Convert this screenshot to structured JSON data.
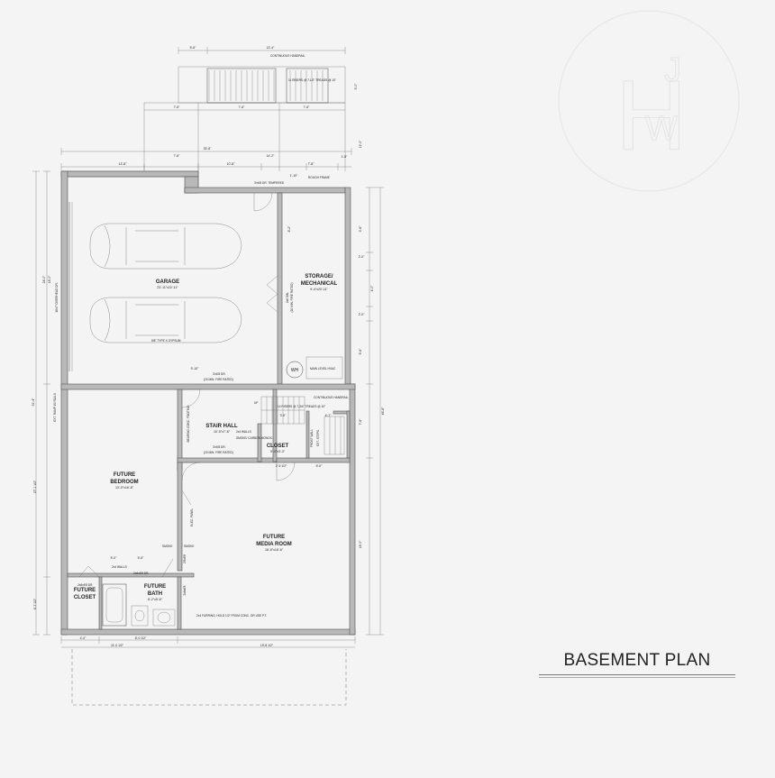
{
  "title": "BASEMENT PLAN",
  "logo": {
    "letters": [
      "H",
      "J",
      "W"
    ]
  },
  "rooms": {
    "garage": {
      "name": "GARAGE",
      "size": "23'-11\"x22'-11\""
    },
    "storage": {
      "name1": "STORAGE/",
      "name2": "MECHANICAL",
      "size": "9'-4\"x20'-11\""
    },
    "stair_hall": {
      "name": "STAIR HALL",
      "size": "10'-5\"x7'-8\""
    },
    "closet_small": {
      "name": "CLOSET",
      "size": "5'-0\"x3'-3\""
    },
    "bedroom": {
      "name1": "FUTURE",
      "name2": "BEDROOM",
      "size": "13'-0\"x16'-8\""
    },
    "media": {
      "name1": "FUTURE",
      "name2": "MEDIA ROOM",
      "size": "18'-8\"x18'-6\""
    },
    "future_closet": {
      "name1": "FUTURE",
      "name2": "CLOSET"
    },
    "bath": {
      "name1": "FUTURE",
      "name2": "BATH",
      "size": "8'-2\"x5'-6\""
    }
  },
  "notes": {
    "cont_handrail_top": "CONTINUOUS HANDRAIL",
    "risers_top": "11 RISERS @ 7-1/2\" TREADS @ 10\"",
    "door_tempered": "3'x6'8 DR. TEMPERED",
    "rough_frame": "ROUGH FRAME",
    "overhead_door": "16'x7' OVERHEAD DR.",
    "gypsum": "5/8\" TYPE X GYPSUM",
    "fire_rated_a": "(20 MIN. FIRE RATED)",
    "fire_rated_b": "(20 MIN. FIRE RATED)",
    "fire_rated_c": "(20 MIN. FIRE RATED)",
    "stor_door": "2x6 DBL",
    "wh": "WH",
    "hvac": "MAIN LEVEL HVAC",
    "door_3068a": "3'x6'8 DR.",
    "door_3068b": "3'x6'8 DR.",
    "cont_handrail_mid": "CONTINUOUS HANDRAIL",
    "risers_mid": "14 RISERS @ 7-3/4\" TREADS @ 10\"",
    "up": "UP",
    "walls_2x4": "2x4 WALLS",
    "smoke_co": "SMOKE/ CARBON MONOX.",
    "bearing": "BEARING CONC. FOOTING",
    "ext_ramp": "EXT. RAMP W/ RAILS",
    "elec_panel": "ELEC. PANEL",
    "smoke1": "SMOKE",
    "smoke2": "SMOKE",
    "door_2668": "2'6x6'8",
    "walls_2x4b": "2x4 WALLS",
    "door_2668b": "2x6x6'8 DR.",
    "door_2668c": "2x6x6'8 DR.",
    "door_2668d": "2x6x6'8",
    "furring": "2x4 FURRING, HOLD 1/2\" FROM CONC. OR USE P.T.",
    "side_wall_a": "FROST WALL",
    "side_wall_b": "EXT. STEPS"
  },
  "dims": {
    "d_top1": "5'-6\"",
    "d_top2": "13'-4\"",
    "d_top3": "7'-6\"",
    "d_top4": "7'-6\"",
    "d_top5": "7'-6\"",
    "d_overall": "33'-8\"",
    "d_seg1": "13'-8\"",
    "d_seg2": "7'-8\"",
    "d_seg3": "10'-8\"",
    "d_seg4": "14'-2\"",
    "d_seg5": "7'-8\"",
    "d_seg6": "1'-8\"",
    "d_left1": "24'-0\"",
    "d_left2": "18'-0\"",
    "d_left3": "27'-1 1/2\"",
    "d_left4": "6'-7 1/2\"",
    "d_left5": "51'-4\"",
    "d_right1": "3'-6\"",
    "d_right2": "2'-0\"",
    "d_right3": "4'-0\"",
    "d_right4": "2'-0\"",
    "d_right5": "9'-6\"",
    "d_right6": "7'-8\"",
    "d_right7": "18'-0\"",
    "d_right8": "46'-8\"",
    "d_right9": "12'-0\"",
    "d_right10": "5'-0\"",
    "d_bot1": "4'-0\"",
    "d_bot2": "11'-0 1/2\"",
    "d_bot3": "8'-0 1/2\"",
    "d_bot4": "19'-8 1/2\"",
    "d_hall1": "9'-10\"",
    "d_hall2": "3'-0\"",
    "d_hall3": "4'-7\"",
    "d_hall4": "2'-5 1/2\"",
    "d_hall5": "6'-0\"",
    "d_stor": "1'-10\"",
    "d_stor2": "8'-2\"",
    "d_bath1": "5'-0\"",
    "d_bath2": "5'-6\""
  }
}
